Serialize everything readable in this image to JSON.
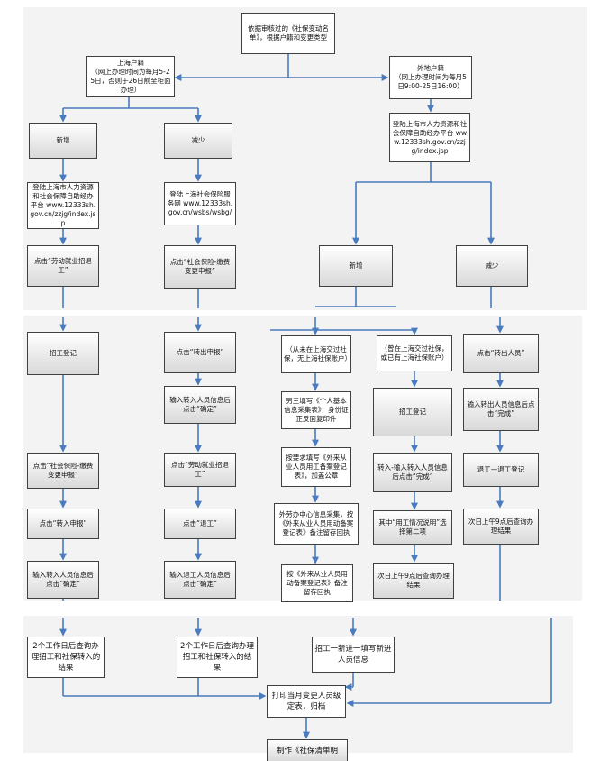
{
  "colors": {
    "arrow": "#4a7bbd",
    "panel": "#f3f3f3",
    "border": "#404040"
  },
  "top": {
    "start": "依据审核过的《社保变动名单》，根据户籍和变更类型",
    "shanghai": "上海户籍\n（网上办理时间为每月5-25日，否则于26日前至柜面办理）",
    "waidi": "外地户籍\n（网上办理时间为每月5日9:00-25日16:00）"
  },
  "left": {
    "xinzeng": "新增",
    "login": "登陆上海市人力资源和社会保障自助经办平台 www.12333sh.gov.cn/zzjg/index.jsp",
    "click_zhaogong": "点击“劳动就业招退工”",
    "zhaogong_dengji": "招工登记",
    "click_shebao": "点击“社会保险-缴费变更申报”",
    "click_zhuanru": "点击“转入申报”",
    "input_info": "输入转入人员信息后点击“确定”",
    "result": "2个工作日后查询办理招工和社保转入的结果"
  },
  "mid": {
    "jianshao": "减少",
    "login": "登陆上海社会保险服务网 www.12333sh.gov.cn/wsbs/wsbg/",
    "click_shebao": "点击“社会保险-缴费变更申报”",
    "click_zhuanchu": "点击“转出申报”",
    "input_info": "输入转入人员信息后点击“确定”",
    "click_tuigong": "点击“劳动就业招退工”",
    "click_tui": "点击“退工”",
    "input_tuigong": "输入退工人员信息后点击“确定”",
    "result": "2个工作日后查询办理招工和社保转入的结果"
  },
  "right": {
    "login": "登陆上海市人力资源和社会保障自助经办平台 www.12333sh.gov.cn/zzjg/index.jsp",
    "xinzeng": "新增",
    "jianshao": "减少",
    "a1": "（从未在上海交过社保，无上海社保账户）",
    "a2": "另三填写《个人基本信息采集表》，身份证正反面复印件",
    "a3": "按要求填写《外来从业人员用工备案登记表》，加盖公章",
    "a4": "外劳办中心信息采集，按《外来从业人员用动备案登记表》备注留存回执",
    "a5": "按《外来从业人员用动备案登记表》备注留存回执",
    "a6": "招工一新进一填写新进人员信息",
    "b1": "（曾在上海交过社保，或已有上海社保账户）",
    "b2": "招工登记",
    "b3": "转入-输入转入人员信息后点击“完成”",
    "b4": "其中“用工情况说明”选择第二项",
    "b5": "次日上午9点后查询办理结果",
    "c1": "点击“转出人员”",
    "c2": "输入转出人员信息后点击“完成”",
    "c3": "退工—退工登记",
    "c4": "次日上午9点后查询办理结果"
  },
  "bottom": {
    "print": "打印当月变更人员级定表，归档",
    "make": "制作《社保清单明"
  }
}
